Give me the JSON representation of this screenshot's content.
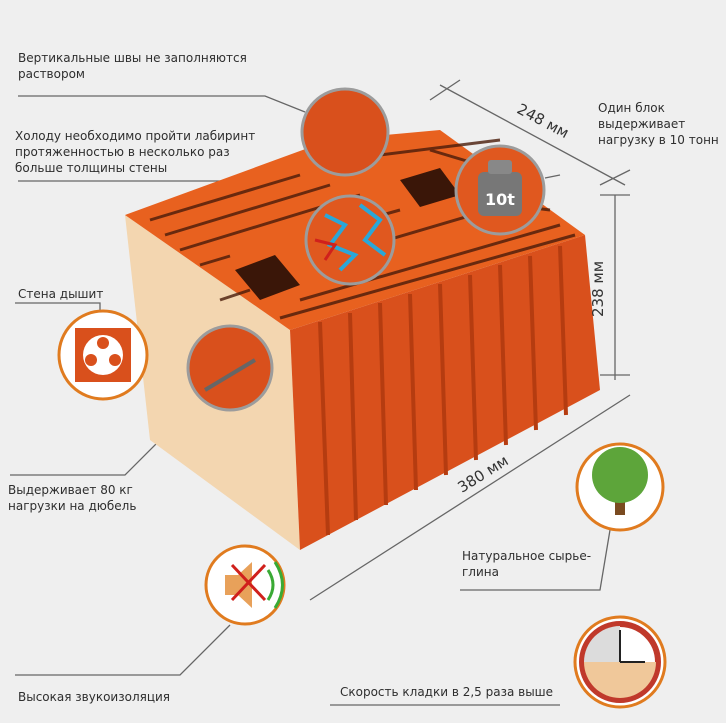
{
  "labels": {
    "vertical_joints": "Вертикальные швы не заполняются раствором",
    "cold_labyrinth": "Холоду необходимо пройти лабиринт протяженностью в несколько раз больше толщины стены",
    "wall_breathes": "Стена дышит",
    "dowel_load": "Выдерживает 80 кг нагрузки на дюбель",
    "sound_insulation": "Высокая звукоизоляция",
    "block_load": "Один блок выдерживает нагрузку в 10 тонн",
    "natural_material": "Натуральное сырье-глина",
    "laying_speed": "Скорость кладки в 2,5 раза выше"
  },
  "dimensions": {
    "depth": "248 мм",
    "height": "238 мм",
    "length": "380 мм"
  },
  "weight_badge": "10t",
  "colors": {
    "brick": "#d9501c",
    "accent": "#e07b1f",
    "background": "#efefef"
  }
}
